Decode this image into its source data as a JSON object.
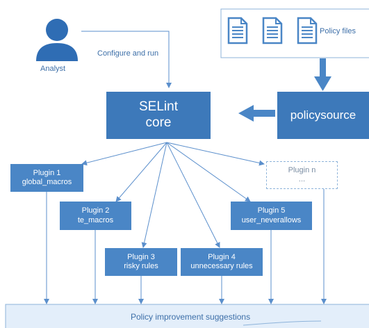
{
  "analyst": {
    "label": "Analyst",
    "icon": "person-icon"
  },
  "configure_label": "Configure and run",
  "policy_files": {
    "label": "Policy files",
    "icon": "document-icon"
  },
  "core": {
    "line1": "SELint",
    "line2": "core"
  },
  "policysource": {
    "label": "policysource"
  },
  "plugins": [
    {
      "line1": "Plugin 1",
      "line2": "global_macros"
    },
    {
      "line1": "Plugin 2",
      "line2": "te_macros"
    },
    {
      "line1": "Plugin 3",
      "line2": "risky rules"
    },
    {
      "line1": "Plugin 4",
      "line2": "unnecessary rules"
    },
    {
      "line1": "Plugin 5",
      "line2": "user_neverallows"
    },
    {
      "line1": "Plugin n",
      "line2": "..."
    }
  ],
  "suggestions": {
    "label": "Policy improvement suggestions"
  },
  "colors": {
    "box_fill": "#4a86c6",
    "box_fill_dark": "#3d79ba",
    "line": "#5b8fcc",
    "panel_fill": "#e3eefa",
    "label_text": "#3d6fa8"
  }
}
